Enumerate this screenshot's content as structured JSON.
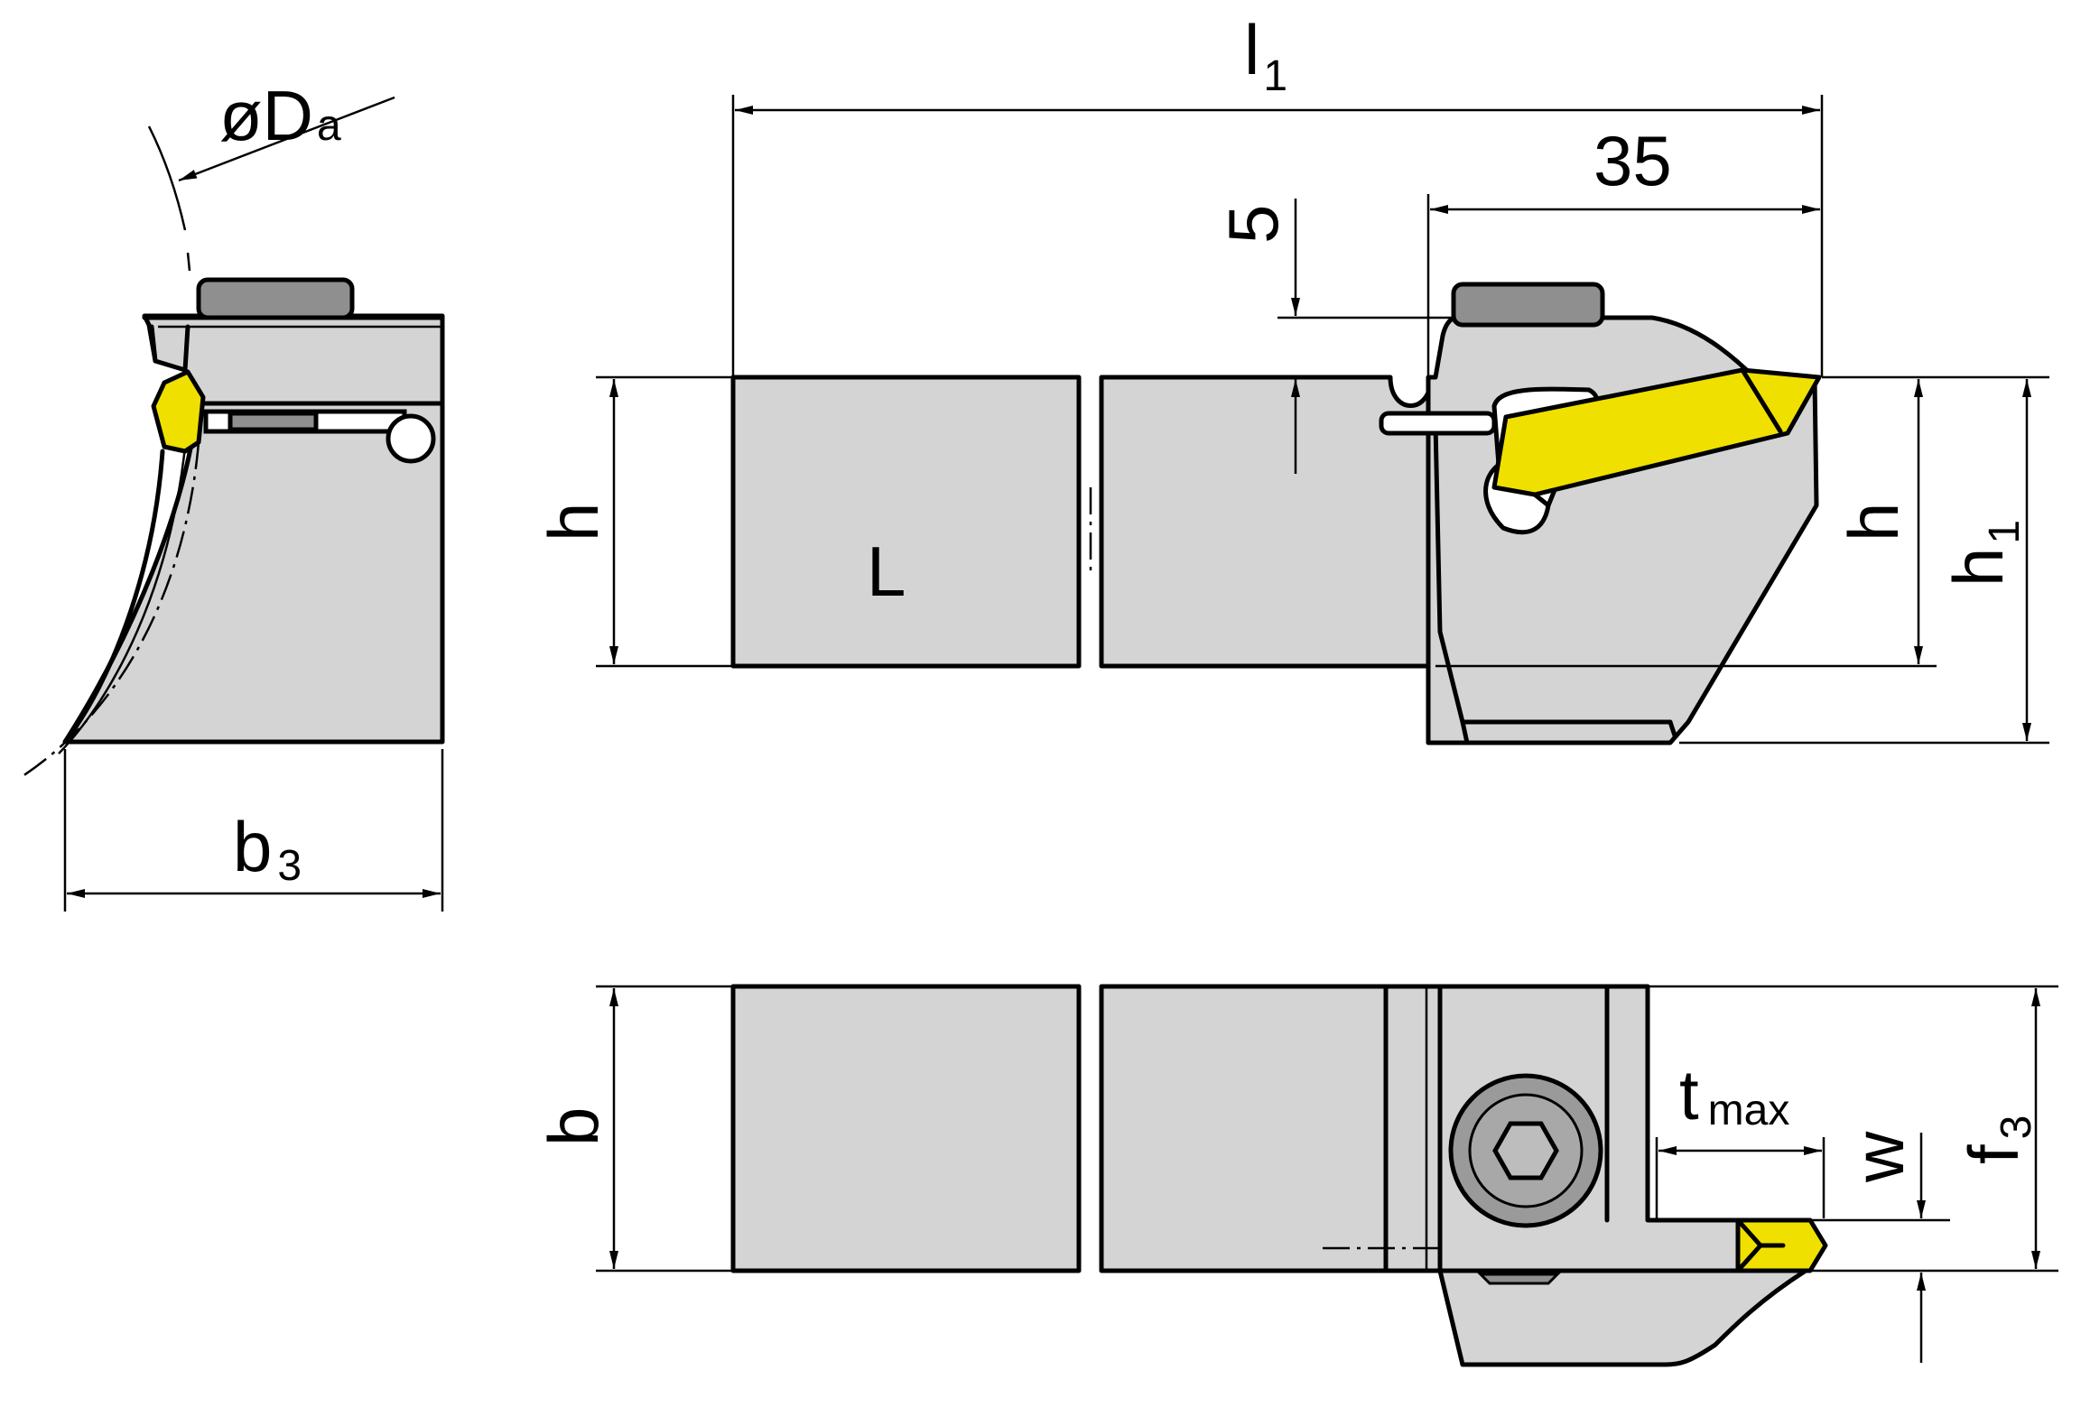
{
  "labels": {
    "l1": "l",
    "l1_sub": "1",
    "dim_35": "35",
    "dim_5": "5",
    "h_left": "h",
    "h_right": "h",
    "h1": "h",
    "h1_sub": "1",
    "L": "L",
    "Da_symbol": "ø",
    "Da": "D",
    "Da_sub": "a",
    "b3": "b",
    "b3_sub": "3",
    "b": "b",
    "t": "t",
    "t_sub": "max",
    "w": "w",
    "f3": "f",
    "f3_sub": "3"
  },
  "colors": {
    "body": "#d4d4d4",
    "insert": "#f0e000",
    "clamp": "#8f8f8f",
    "line": "#000000"
  }
}
